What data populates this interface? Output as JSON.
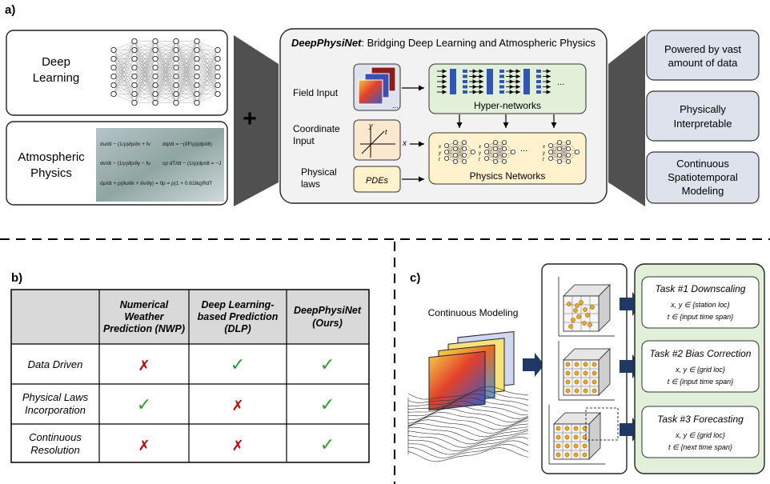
{
  "panel_a": {
    "label": "a)",
    "left_boxes": {
      "deep_learning": [
        "Deep",
        "Learning"
      ],
      "atmospheric_physics": [
        "Atmospheric",
        "Physics"
      ],
      "equations": [
        "du/dt − (1/ρ)∂p/∂x + fv",
        "dq/dt = −(δF/ρ)(dp/dt)",
        "dv/dt − (1/ρ)∂p/∂y − fu",
        "cp dT/dt − (1/ρ)dp/dt = −J",
        "dρ/dt + ρ(∂u/∂x + ∂v/∂y) = 0",
        "p = ρ(1 + 0.618q)RdT"
      ]
    },
    "plus": "+",
    "center": {
      "title_italic": "DeepPhysiNet",
      "title_rest": ": Bridging Deep Learning and Atmospheric Physics",
      "field_input": "Field Input",
      "coordinate_input": [
        "Coordinate",
        "Input"
      ],
      "physical_laws": [
        "Physical",
        "laws"
      ],
      "pdes": "PDEs",
      "hyper_networks": "Hyper-networks",
      "physics_networks": "Physics Networks",
      "ellipsis": "...",
      "axis_x": "x",
      "axis_y": "y",
      "axis_t": "t",
      "node_labels": [
        "x",
        "y",
        "t"
      ]
    },
    "right_boxes": [
      [
        "Powered by vast",
        "amount of data"
      ],
      [
        "Physically",
        "Interpretable"
      ],
      [
        "Continuous",
        "Spatiotemporal",
        "Modeling"
      ]
    ]
  },
  "panel_b": {
    "label": "b)",
    "columns": [
      [
        "Numerical",
        "Weather",
        "Prediction (NWP)"
      ],
      [
        "Deep Learning-",
        "based Prediction",
        "(DLP)"
      ],
      [
        "DeepPhysiNet",
        "(Ours)"
      ]
    ],
    "rows": [
      {
        "label": [
          "Data Driven"
        ],
        "values": [
          "✗",
          "✓",
          "✓"
        ]
      },
      {
        "label": [
          "Physical Laws",
          "Incorporation"
        ],
        "values": [
          "✓",
          "✗",
          "✓"
        ]
      },
      {
        "label": [
          "Continuous",
          "Resolution"
        ],
        "values": [
          "✗",
          "✗",
          "✓"
        ]
      }
    ]
  },
  "panel_c": {
    "label": "c)",
    "continuous_modeling": "Continuous Modeling",
    "tasks": [
      {
        "title": "Task #1 Downscaling",
        "line1": "x, y ∈ {station loc}",
        "line2": "t ∈ {input time span}"
      },
      {
        "title": "Task #2 Bias Correction",
        "line1": "x, y ∈ {grid loc}",
        "line2": "t ∈ {input time span}"
      },
      {
        "title": "Task #3 Forecasting",
        "line1": "x, y ∈ {grid loc}",
        "line2": "t ∈ {next time span}"
      }
    ]
  },
  "colors": {
    "panel_bg": "#f2f2f2",
    "box_blue": "#dde2ec",
    "box_green": "#e2efd9",
    "box_tan": "#fbe9cf",
    "box_yellow": "#fff2cc",
    "navy": "#1f3864",
    "cross_red": "#c00000",
    "check_green": "#2a9d2a",
    "table_header": "#d9d9d9",
    "net_blue": "#2f55b5"
  }
}
